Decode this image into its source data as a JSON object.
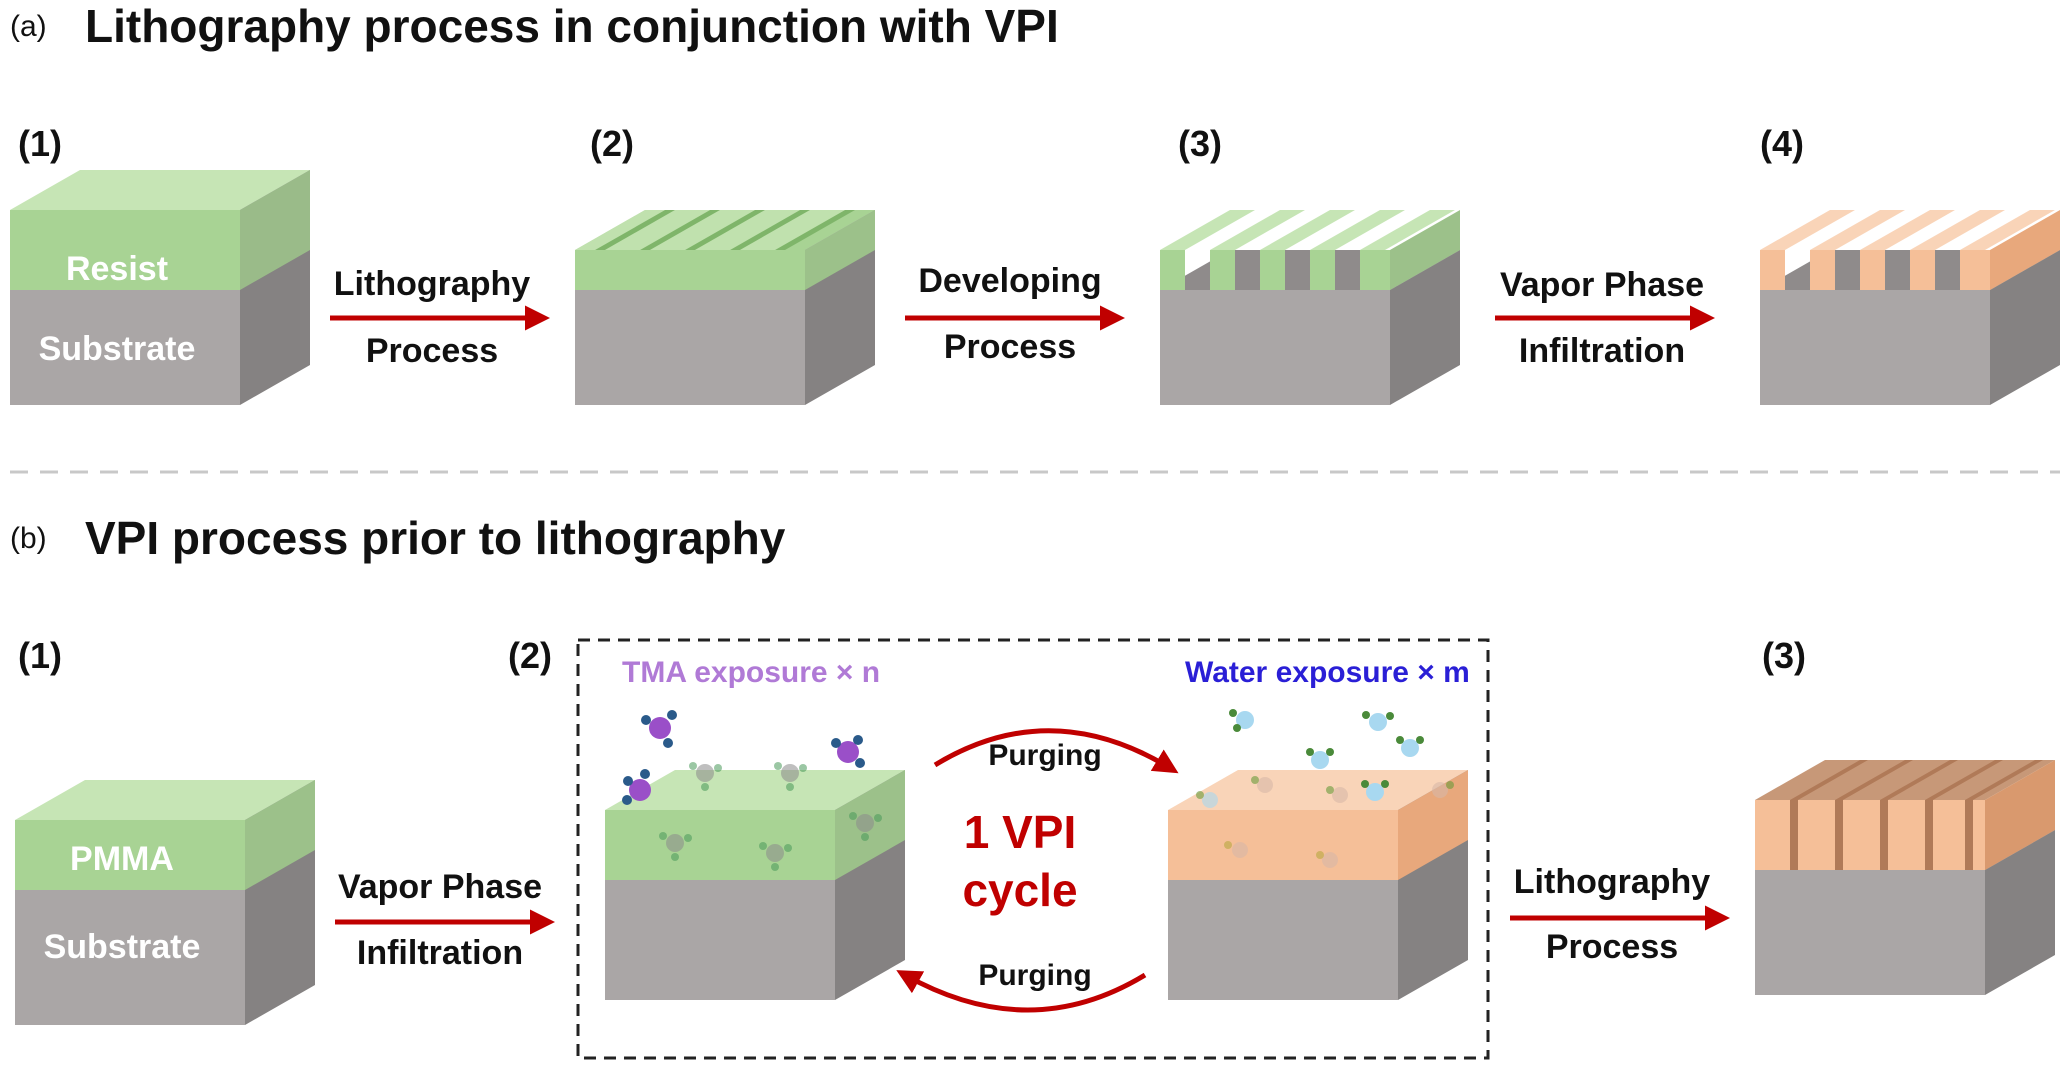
{
  "panel_a": {
    "letter": "(a)",
    "title": "Lithography process in conjunction with VPI",
    "steps": [
      "(1)",
      "(2)",
      "(3)",
      "(4)"
    ],
    "layer_labels": {
      "resist": "Resist",
      "substrate": "Substrate"
    },
    "arrows": [
      {
        "line1": "Lithography",
        "line2": "Process"
      },
      {
        "line1": "Developing",
        "line2": "Process"
      },
      {
        "line1": "Vapor Phase",
        "line2": "Infiltration"
      }
    ]
  },
  "panel_b": {
    "letter": "(b)",
    "title": "VPI process prior to lithography",
    "steps": [
      "(1)",
      "(2)",
      "(3)"
    ],
    "layer_labels": {
      "pmma": "PMMA",
      "substrate": "Substrate"
    },
    "arrows": [
      {
        "line1": "Vapor Phase",
        "line2": "Infiltration"
      },
      {
        "line1": "Lithography",
        "line2": "Process"
      }
    ],
    "cycle": {
      "tma_label": "TMA exposure × n",
      "water_label": "Water exposure × m",
      "purge_top": "Purging",
      "purge_bottom": "Purging",
      "cycle_line1": "1 VPI",
      "cycle_line2": "cycle"
    }
  },
  "colors": {
    "substrate_front": "#aaa6a6",
    "substrate_side": "#858282",
    "resist_front": "#a8d394",
    "resist_top": "#c6e5b5",
    "infiltrated_front": "#f5bf98",
    "infiltrated_top": "#f9d4b8",
    "arrow": "#c00000",
    "tma": "#9a4fc8",
    "water": "#a8d8f0"
  },
  "icons": [
    "tma-molecule-icon",
    "water-molecule-icon",
    "arrow-right-icon",
    "curved-arrow-icon"
  ]
}
